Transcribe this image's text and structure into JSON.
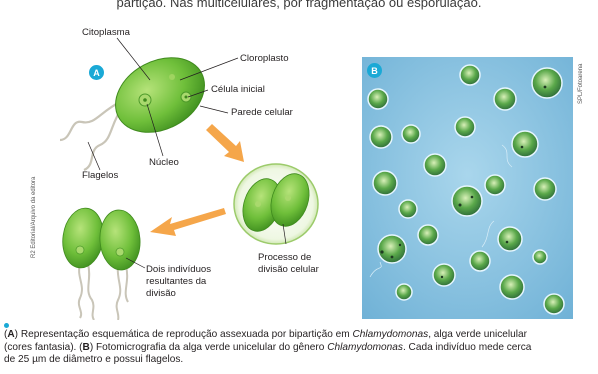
{
  "top_text": "partição. Nas multicelulares, por fragmentação ou esporulação.",
  "panel_a": {
    "badge": "A",
    "labels": {
      "cytoplasm": "Citoplasma",
      "chloroplast": "Cloroplasto",
      "initial_cell": "Célula inicial",
      "cell_wall": "Parede celular",
      "nucleus": "Núcleo",
      "flagella": "Flagelos",
      "division_1": "Processo de",
      "division_2": "divisão celular",
      "result_1": "Dois indivíduos",
      "result_2": "resultantes da",
      "result_3": "divisão"
    },
    "credit": "R2 Editorial/Arquivo da editora"
  },
  "panel_b": {
    "badge": "B",
    "credit": "SPL/Fotoarena"
  },
  "caption": {
    "a_letter": "A",
    "a_text_1": ") Representação esquemática de reprodução assexuada por bipartição em ",
    "a_italic": "Chlamydomonas",
    "a_text_2": ", alga verde unicelular",
    "a_text_3": "(cores fantasia). (",
    "b_letter": "B",
    "b_text_1": ") Fotomicrografia da alga verde unicelular do gênero ",
    "b_italic": "Chlamydomonas",
    "b_text_2": ". Cada indivíduo mede cerca",
    "b_text_3": "de 25 µm de diâmetro e possui flagelos."
  },
  "colors": {
    "cell_green": "#7ac943",
    "wall_outline": "#a9d37a",
    "arrow_orange": "#f5a64a",
    "badge_blue": "#1aa9d6",
    "photo_bg": "#8fc4df"
  }
}
